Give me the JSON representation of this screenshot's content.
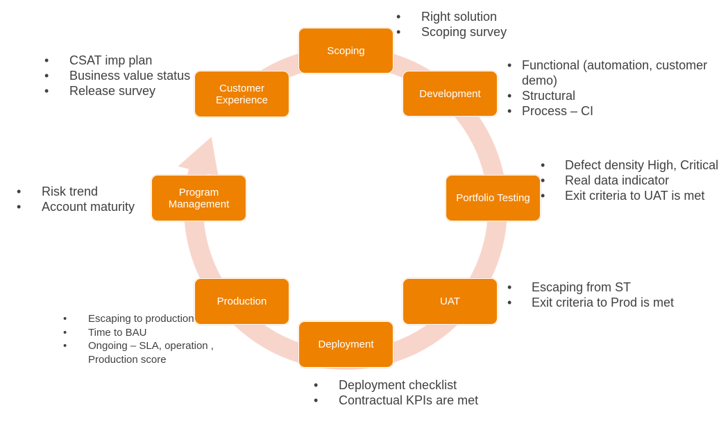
{
  "diagram": {
    "title": "",
    "colors": {
      "stage_fill": "#EE8100",
      "cycle_arrow": "#F8D5CB",
      "text": "#404040",
      "stage_text": "#FFFFFF"
    },
    "cycle_arrow_icon": "circular-arrow-clockwise",
    "bullet": "•",
    "stages": [
      {
        "id": "scoping",
        "label": "Scoping",
        "notes": [
          "Right solution",
          "Scoping survey"
        ]
      },
      {
        "id": "development",
        "label": "Development",
        "notes": [
          "Functional (automation, customer demo)",
          "Structural",
          "Process – CI"
        ]
      },
      {
        "id": "portfolio-testing",
        "label": "Portfolio Testing",
        "notes": [
          "Defect density High, Critical",
          "Real data indicator",
          "Exit criteria to UAT is met"
        ]
      },
      {
        "id": "uat",
        "label": "UAT",
        "notes": [
          "Escaping from ST",
          "Exit criteria to Prod is met"
        ]
      },
      {
        "id": "deployment",
        "label": "Deployment",
        "notes": [
          "Deployment checklist",
          "Contractual KPIs are met"
        ]
      },
      {
        "id": "production",
        "label": "Production",
        "notes": [
          "Escaping to production",
          "Time to BAU",
          "Ongoing – SLA, operation , Production score"
        ]
      },
      {
        "id": "program-management",
        "label": "Program Management",
        "notes": [
          "Risk trend",
          "Account maturity"
        ]
      },
      {
        "id": "customer-experience",
        "label": "Customer Experience",
        "notes": [
          "CSAT imp plan",
          "Business value status",
          "Release survey"
        ]
      }
    ]
  }
}
